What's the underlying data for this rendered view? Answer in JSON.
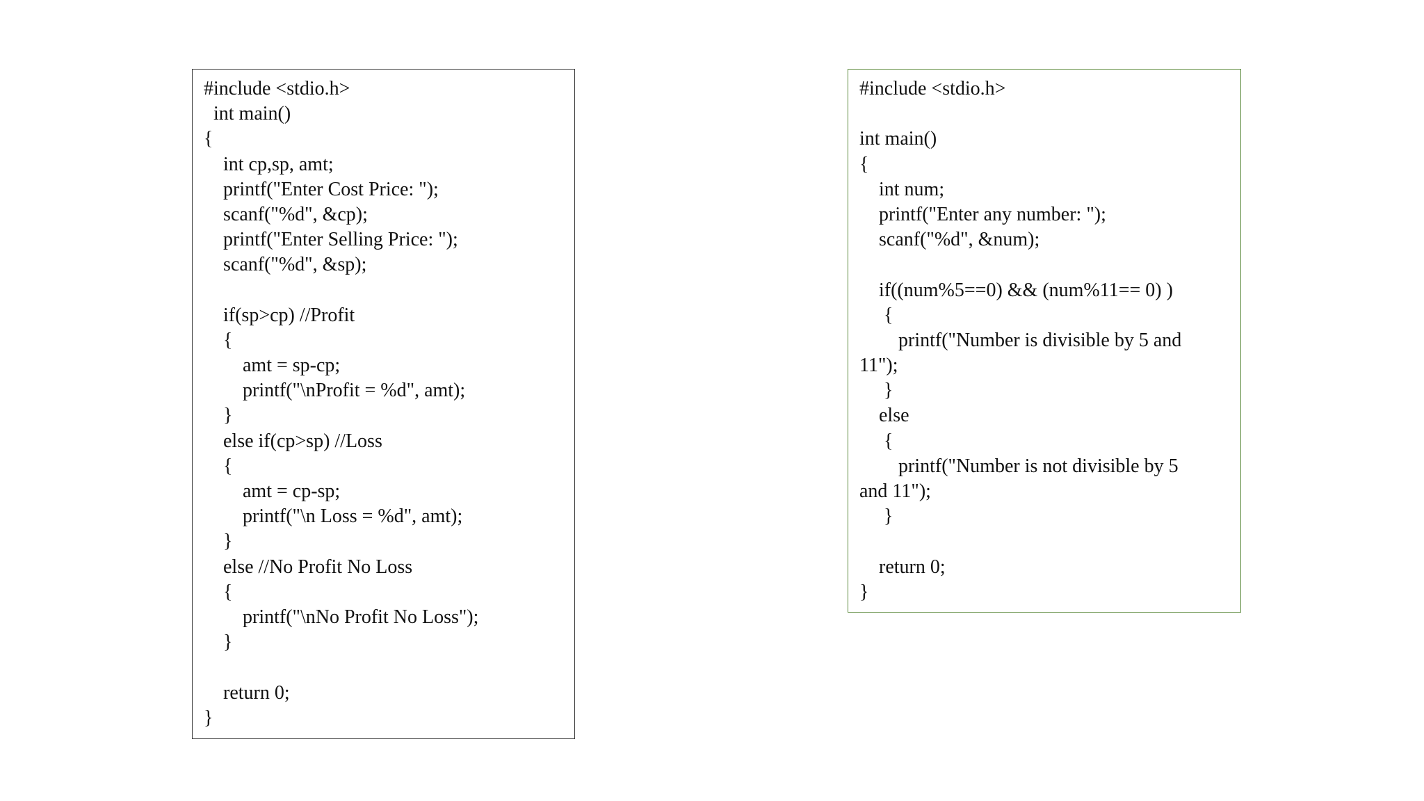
{
  "left_code": {
    "lines": [
      "#include <stdio.h>",
      "  int main()",
      "{",
      "    int cp,sp, amt;",
      "    printf(\"Enter Cost Price: \");",
      "    scanf(\"%d\", &cp);",
      "    printf(\"Enter Selling Price: \");",
      "    scanf(\"%d\", &sp);",
      "",
      "    if(sp>cp) //Profit",
      "    {",
      "        amt = sp-cp;",
      "        printf(\"\\nProfit = %d\", amt);",
      "    }",
      "    else if(cp>sp) //Loss",
      "    {",
      "        amt = cp-sp;",
      "        printf(\"\\n Loss = %d\", amt);",
      "    }",
      "    else //No Profit No Loss",
      "    {",
      "        printf(\"\\nNo Profit No Loss\");",
      "    }",
      "",
      "    return 0;",
      "}"
    ]
  },
  "right_code": {
    "lines": [
      "#include <stdio.h>",
      "",
      "int main()",
      "{",
      "    int num;",
      "    printf(\"Enter any number: \");",
      "    scanf(\"%d\", &num);",
      "",
      "    if((num%5==0) && (num%11== 0) )",
      "     {",
      "        printf(\"Number is divisible by 5 and",
      "11\");",
      "     }",
      "    else",
      "     {",
      "        printf(\"Number is not divisible by 5",
      "and 11\");",
      "     }",
      "",
      "    return 0;",
      "}"
    ]
  }
}
